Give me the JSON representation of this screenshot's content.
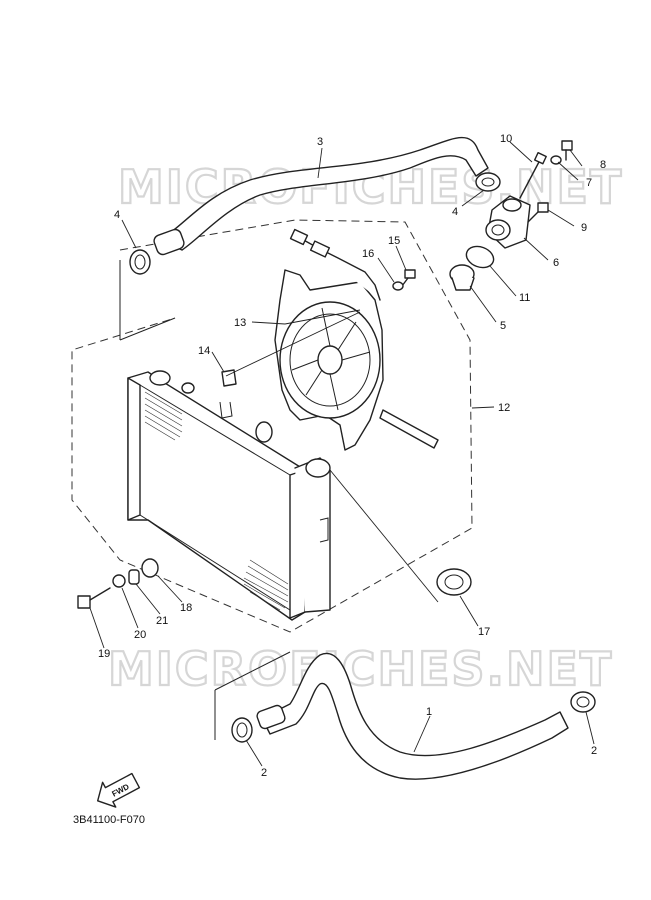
{
  "diagram_code": "3B41100-F070",
  "watermark": "MICROFICHES.NET",
  "fwd_label": "FWD",
  "callouts": {
    "p1": "1",
    "p2a": "2",
    "p2b": "2",
    "p3": "3",
    "p4a": "4",
    "p4b": "4",
    "p5": "5",
    "p6": "6",
    "p7": "7",
    "p8": "8",
    "p9": "9",
    "p10": "10",
    "p11": "11",
    "p12": "12",
    "p13": "13",
    "p14": "14",
    "p15": "15",
    "p16": "16",
    "p17": "17",
    "p18": "18",
    "p19": "19",
    "p20": "20",
    "p21": "21"
  }
}
